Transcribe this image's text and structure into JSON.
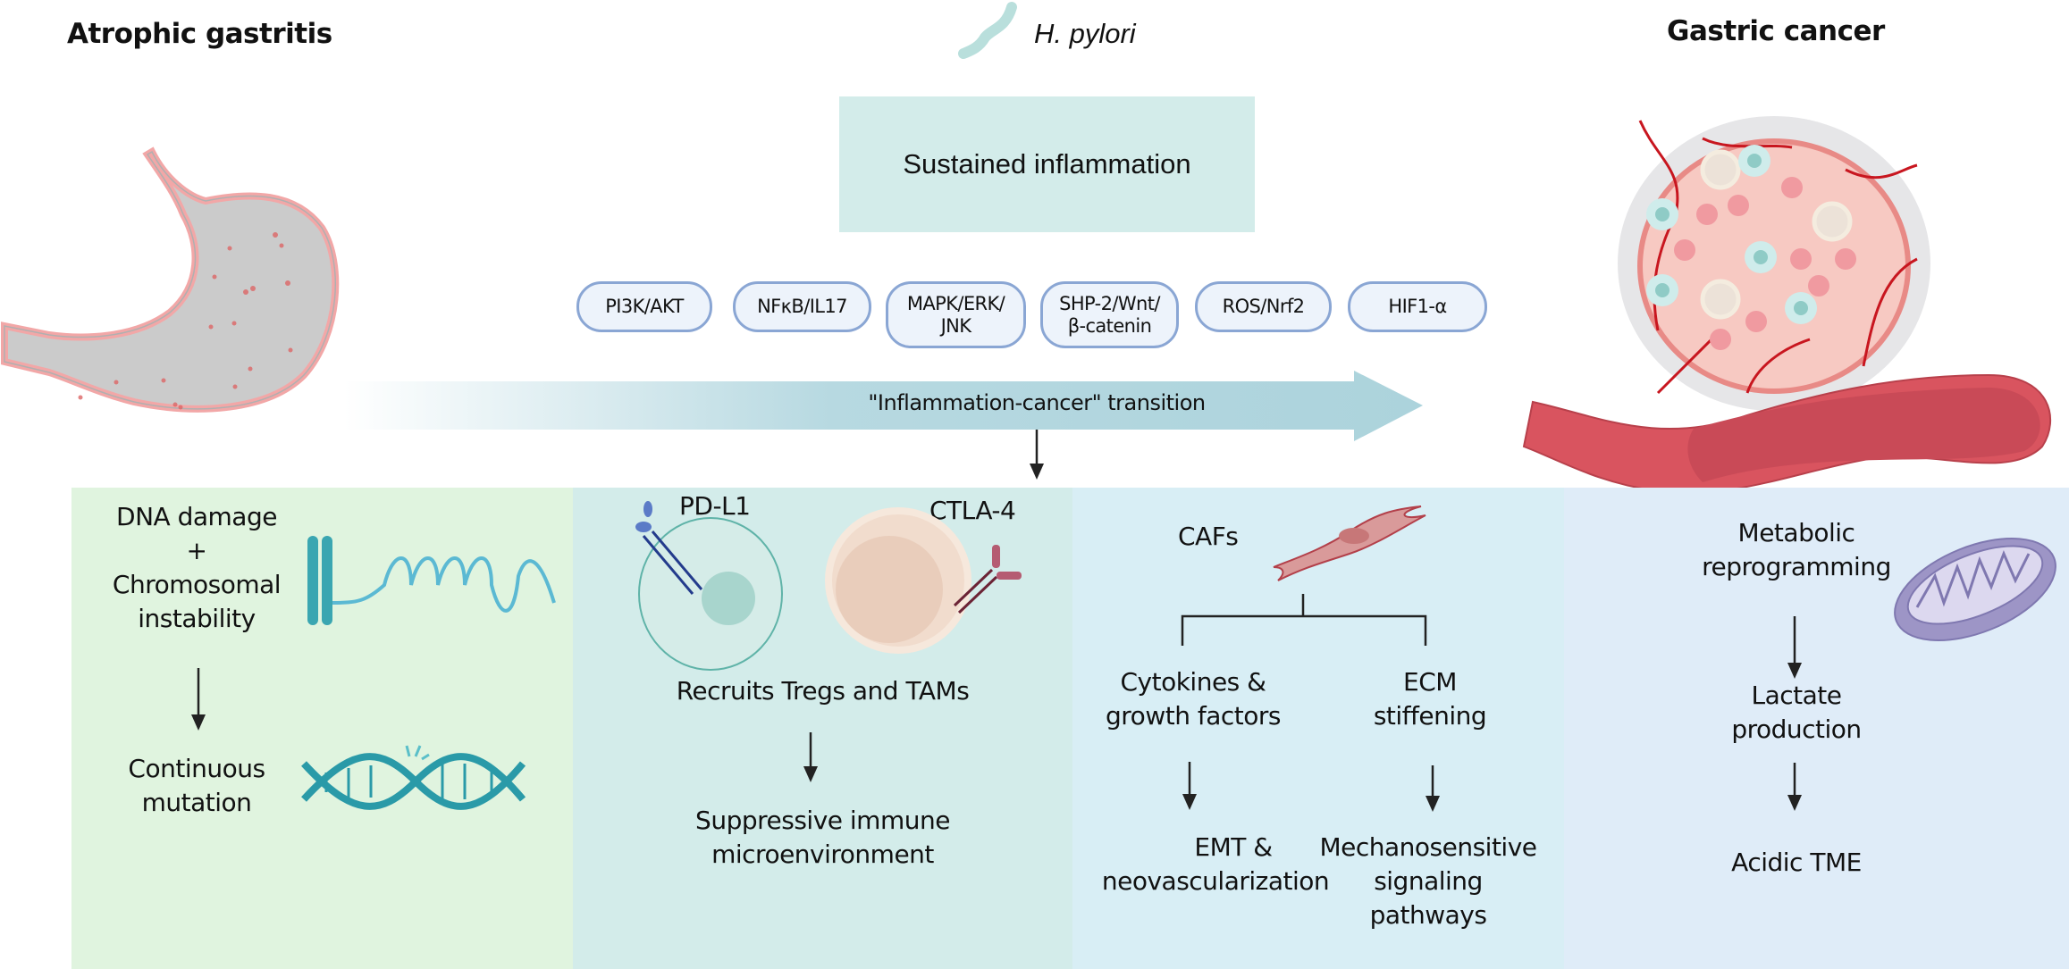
{
  "titles": {
    "left": "Atrophic gastritis",
    "right": "Gastric cancer",
    "pathogen": "H. pylori"
  },
  "center": {
    "sustained_inflammation": "Sustained inflammation",
    "pathways": [
      {
        "line1": "PI3K/AKT"
      },
      {
        "line1": "NFκB/IL17"
      },
      {
        "line1": "MAPK/ERK/",
        "line2": "JNK"
      },
      {
        "line1": "SHP-2/Wnt/",
        "line2": "β-catenin"
      },
      {
        "line1": "ROS/Nrf2"
      },
      {
        "line1": "HIF1-α"
      }
    ],
    "transition_label": "\"Inflammation-cancer\" transition"
  },
  "panels": {
    "genomic": {
      "cause_lines": [
        "DNA damage",
        "+",
        "Chromosomal",
        "instability"
      ],
      "effect_lines": [
        "Continuous",
        "mutation"
      ]
    },
    "immune": {
      "pdl1": "PD-L1",
      "ctla4": "CTLA-4",
      "recruit": "Recruits Tregs and TAMs",
      "effect_lines": [
        "Suppressive immune",
        "microenvironment"
      ]
    },
    "stromal": {
      "cafs": "CAFs",
      "left_branch_lines": [
        "Cytokines &",
        "growth factors"
      ],
      "right_branch_lines": [
        "ECM",
        "stiffening"
      ],
      "left_effect_lines": [
        "EMT &",
        "neovascularization"
      ],
      "right_effect_lines": [
        "Mechanosensitive",
        "signaling",
        "pathways"
      ]
    },
    "metabolic": {
      "cause_lines": [
        "Metabolic",
        "reprogramming"
      ],
      "mid_lines": [
        "Lactate",
        "production"
      ],
      "effect": "Acidic TME"
    }
  },
  "colors": {
    "panel_genomic": "#e0f4df",
    "panel_immune": "#d3ecea",
    "panel_stromal": "#d8eef5",
    "panel_metabolic": "#dfecf8",
    "pill_border": "#8aa6d4",
    "pill_fill": "#edf3fb",
    "arrow": "#acd3dc",
    "sustained_box": "#d3ecea"
  }
}
